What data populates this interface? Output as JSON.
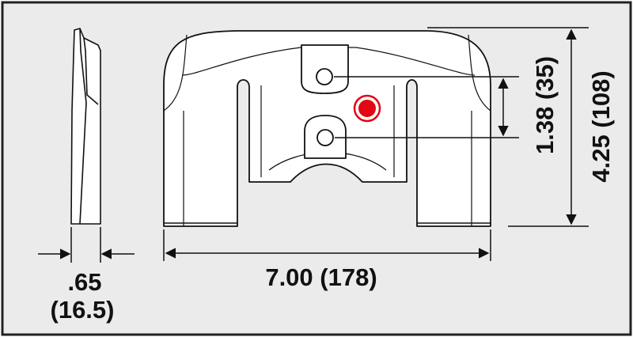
{
  "drawing": {
    "background_color": "#ebebeb",
    "frame_color": "#222222",
    "part_fill_color": "#ffffff",
    "line_color": "#111111",
    "hole_marker_color": "#e30613"
  },
  "dimensions": {
    "thickness_inches": ".65",
    "thickness_mm": "(16.5)",
    "width_label": "7.00 (178)",
    "hole_spacing_label": "1.38 (35)",
    "height_label": "4.25 (108)"
  }
}
